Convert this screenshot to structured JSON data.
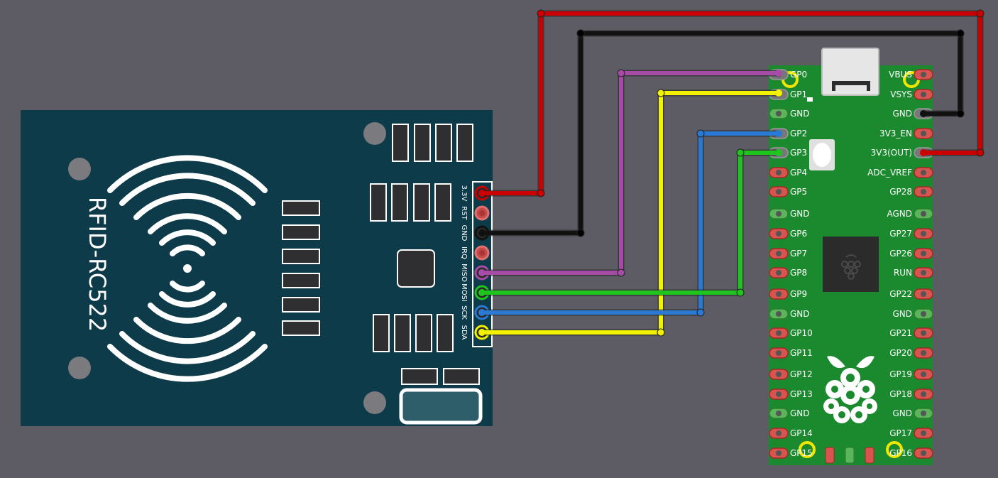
{
  "rfid_module": {
    "name": "RFID-RC522",
    "pins": [
      "3.3V",
      "RST",
      "GND",
      "IRQ",
      "MISO",
      "MOSI",
      "SCK",
      "SDA"
    ]
  },
  "pico": {
    "left_pins": [
      "GP0",
      "GP1",
      "GND",
      "GP2",
      "GP3",
      "GP4",
      "GP5",
      "GND",
      "GP6",
      "GP7",
      "GP8",
      "GP9",
      "GND",
      "GP10",
      "GP11",
      "GP12",
      "GP13",
      "GND",
      "GP14",
      "GP15"
    ],
    "right_pins": [
      "VBUS",
      "VSYS",
      "GND",
      "3V3_EN",
      "3V3(OUT)",
      "ADC_VREF",
      "GP28",
      "AGND",
      "GP27",
      "GP26",
      "RUN",
      "GP22",
      "GND",
      "GP21",
      "GP20",
      "GP19",
      "GP18",
      "GND",
      "GP17",
      "GP16"
    ]
  },
  "wires": [
    {
      "from": "3.3V",
      "to": "3V3(OUT)",
      "color": "#cc0000"
    },
    {
      "from": "GND",
      "to": "GND",
      "color": "#111111"
    },
    {
      "from": "MISO",
      "to": "GP0",
      "color": "#a64ca6"
    },
    {
      "from": "SDA",
      "to": "GP1",
      "color": "#f2f200"
    },
    {
      "from": "SCK",
      "to": "GP2",
      "color": "#2a7ad5"
    },
    {
      "from": "MOSI",
      "to": "GP3",
      "color": "#1fc41f"
    }
  ],
  "colors": {
    "background": "#5d5b63",
    "rfid_board": "#0d3b49",
    "pico_board": "#1b8a2e"
  }
}
